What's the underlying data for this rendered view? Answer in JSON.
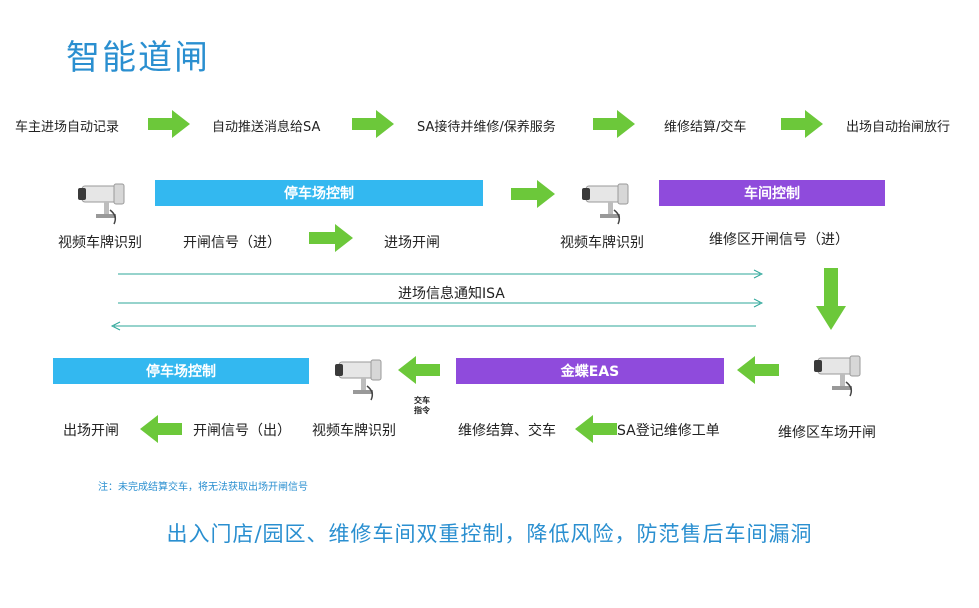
{
  "title": "智能道闸",
  "flow_steps": [
    "车主进场自动记录",
    "自动推送消息给SA",
    "SA接待并维修/保养服务",
    "维修结算/交车",
    "出场自动抬闸放行"
  ],
  "row1": {
    "camera_left_label": "视频车牌识别",
    "parking_bar": "停车场控制",
    "signal_in": "开闸信号（进）",
    "enter_open": "进场开闸",
    "camera_right_label": "视频车牌识别",
    "workshop_bar": "车间控制",
    "repair_signal": "维修区开闸信号（进）"
  },
  "notify_label": "进场信息通知ISA",
  "row2": {
    "parking_bar": "停车场控制",
    "exit_open": "出场开闸",
    "signal_out": "开闸信号（出）",
    "camera_label": "视频车牌识别",
    "handover_cmd": "交车\n指令",
    "eas_bar": "金蝶EAS",
    "settle": "维修结算、交车",
    "sa_register": "SA登记维修工单",
    "repair_open": "维修区车场开闸"
  },
  "note": "注：未完成结算交车，将无法获取出场开闸信号",
  "slogan": "出入门店/园区、维修车间双重控制，降低风险，防范售后车间漏洞",
  "colors": {
    "title": "#2a8fd0",
    "arrow": "#6cc83a",
    "parking": "#33b8f0",
    "workshop": "#8f4bdc",
    "line": "#2ea79a"
  }
}
